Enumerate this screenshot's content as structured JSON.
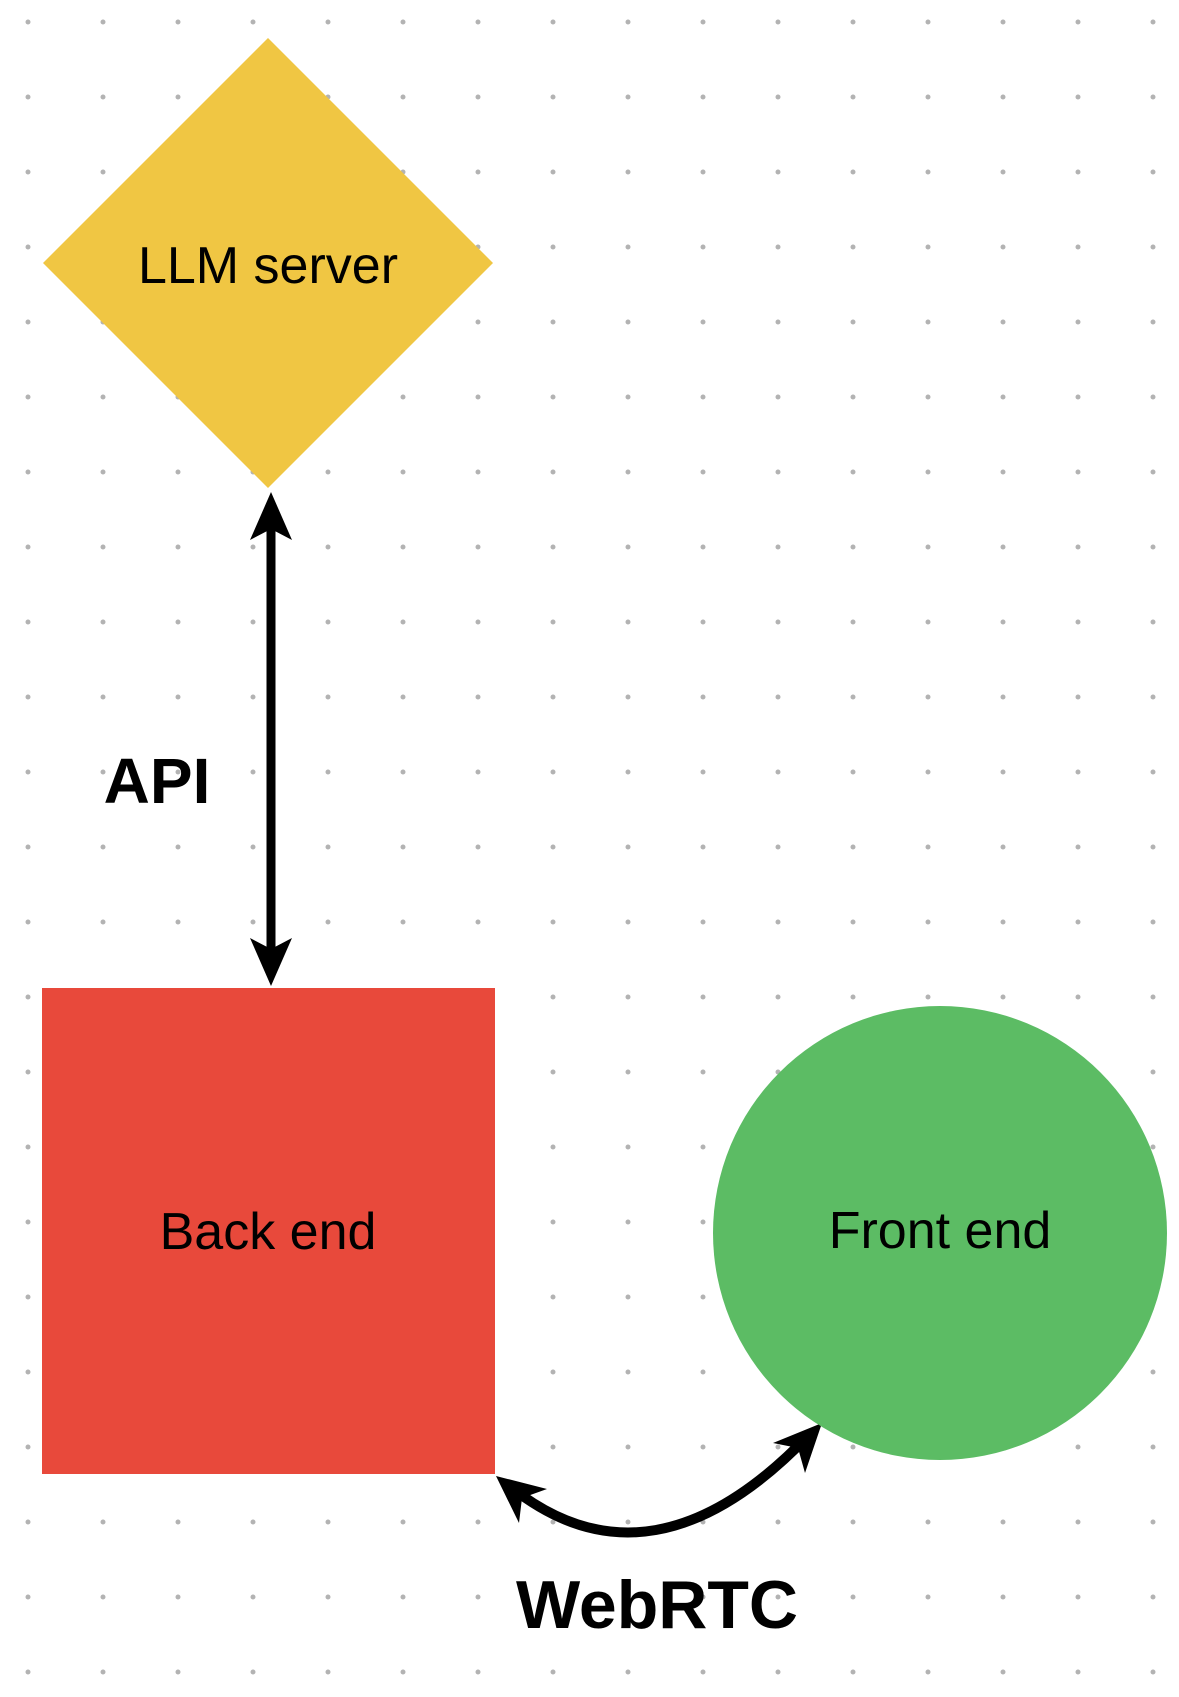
{
  "canvas": {
    "background_color": "#FFFFFF",
    "dot_color": "#B3B3B3"
  },
  "nodes": [
    {
      "label": "LLM server",
      "shape": "diamond",
      "fill": "#F0C643",
      "text_color": "#000000"
    },
    {
      "label": "Back end",
      "shape": "square",
      "fill": "#E8493B",
      "text_color": "#000000"
    },
    {
      "label": "Front end",
      "shape": "circle",
      "fill": "#5CBC64",
      "text_color": "#000000"
    }
  ],
  "edges": [
    {
      "label": "API",
      "from": "LLM server",
      "to": "Back end",
      "type": "straight-vertical",
      "bidirectional": true,
      "color": "#000000"
    },
    {
      "label": "WebRTC",
      "from": "Back end",
      "to": "Front end",
      "type": "curved",
      "bidirectional": true,
      "color": "#000000"
    }
  ]
}
